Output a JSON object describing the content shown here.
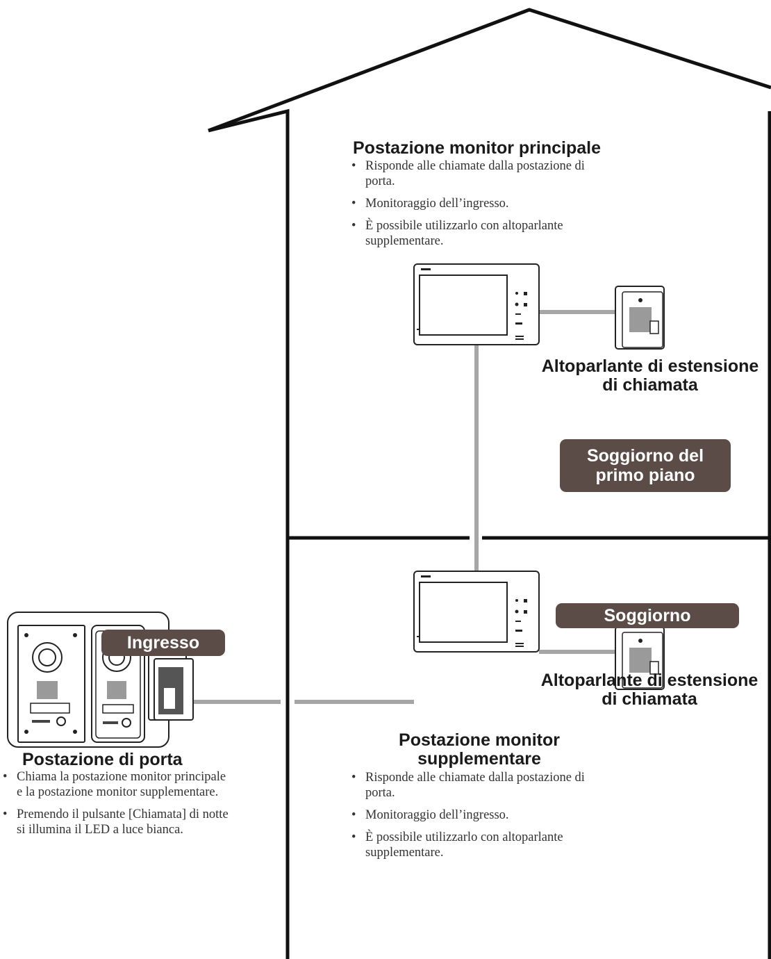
{
  "main_monitor": {
    "title": "Postazione monitor principale",
    "bullets": [
      "Risponde alle chiamate dalla postazione di porta.",
      "Monitoraggio dell’ingresso.",
      "È possibile utilizzarlo con altoparlante supplementare."
    ]
  },
  "speaker_top": {
    "line1": "Altoparlante di estensione",
    "line2": "di chiamata"
  },
  "room_first_floor": {
    "line1": "Soggiorno del",
    "line2": "primo piano"
  },
  "room_living": "Soggiorno",
  "entrance_label": "Ingresso",
  "speaker_bottom": {
    "line1": "Altoparlante di estensione",
    "line2": "di chiamata"
  },
  "door_station": {
    "title": "Postazione di porta",
    "bullets": [
      "Chiama la postazione monitor principale e la postazione monitor supplementare.",
      "Premendo il pulsante [Chiamata] di notte si illumina il LED a luce bianca."
    ]
  },
  "sub_monitor": {
    "title_line1": "Postazione monitor",
    "title_line2": "supplementare",
    "bullets": [
      "Risponde alle chiamate dalla postazione di porta.",
      "Monitoraggio dell’ingresso.",
      "È possibile utilizzarlo con altoparlante supplementare."
    ]
  },
  "colors": {
    "wall": "#111111",
    "wire": "#a6a6a6",
    "label_bg": "#5b4c47",
    "label_text": "#ffffff"
  },
  "icons": [
    "monitor-icon",
    "speaker-icon",
    "door-station-icon"
  ]
}
